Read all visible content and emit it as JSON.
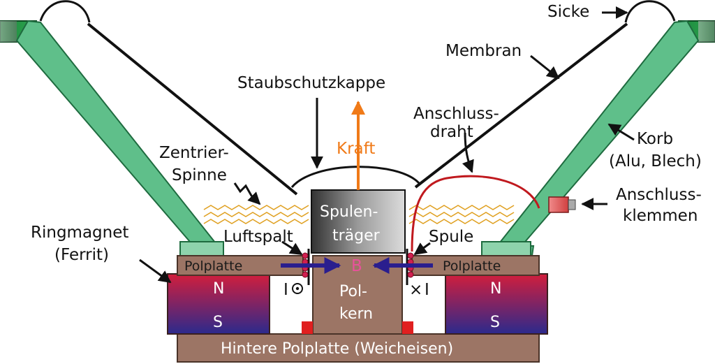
{
  "labels": {
    "sicke": "Sicke",
    "membran": "Membran",
    "staubschutzkappe": "Staubschutzkappe",
    "anschluss_line1": "Anschluss-",
    "anschluss_line2": "draht",
    "kraft": "Kraft",
    "korb_line1": "Korb",
    "korb_line2": "(Alu, Blech)",
    "zentrier_line1": "Zentrier-",
    "zentrier_line2": "Spinne",
    "klemmen_line1": "Anschluss-",
    "klemmen_line2": "klemmen",
    "ringmagnet_line1": "Ringmagnet",
    "ringmagnet_line2": "(Ferrit)",
    "luftspalt": "Luftspalt",
    "spulentraeger_line1": "Spulen-",
    "spulentraeger_line2": "träger",
    "spule": "Spule",
    "polplatte_left": "Polplatte",
    "polplatte_right": "Polplatte",
    "b_field": "B",
    "polkern_line1": "Pol-",
    "polkern_line2": "kern",
    "pole_n_left": "N",
    "pole_s_left": "S",
    "pole_n_right": "N",
    "pole_s_right": "S",
    "current_left": "I",
    "current_right": "I",
    "cross_symbol": "×",
    "hintere_polplatte": "Hintere Polplatte (Weicheisen)"
  },
  "colors": {
    "basket": "#5fbf8a",
    "basket_dark": "#1e6b3f",
    "polplatte": "#9c7565",
    "magnet_top": "#d21e3c",
    "magnet_bottom": "#2c2a8c",
    "force_arrow": "#f07a18",
    "b_arrow": "#2a1e8e",
    "b_label": "#e8529a",
    "wire": "#c0191e",
    "spider": "#e0a020"
  }
}
